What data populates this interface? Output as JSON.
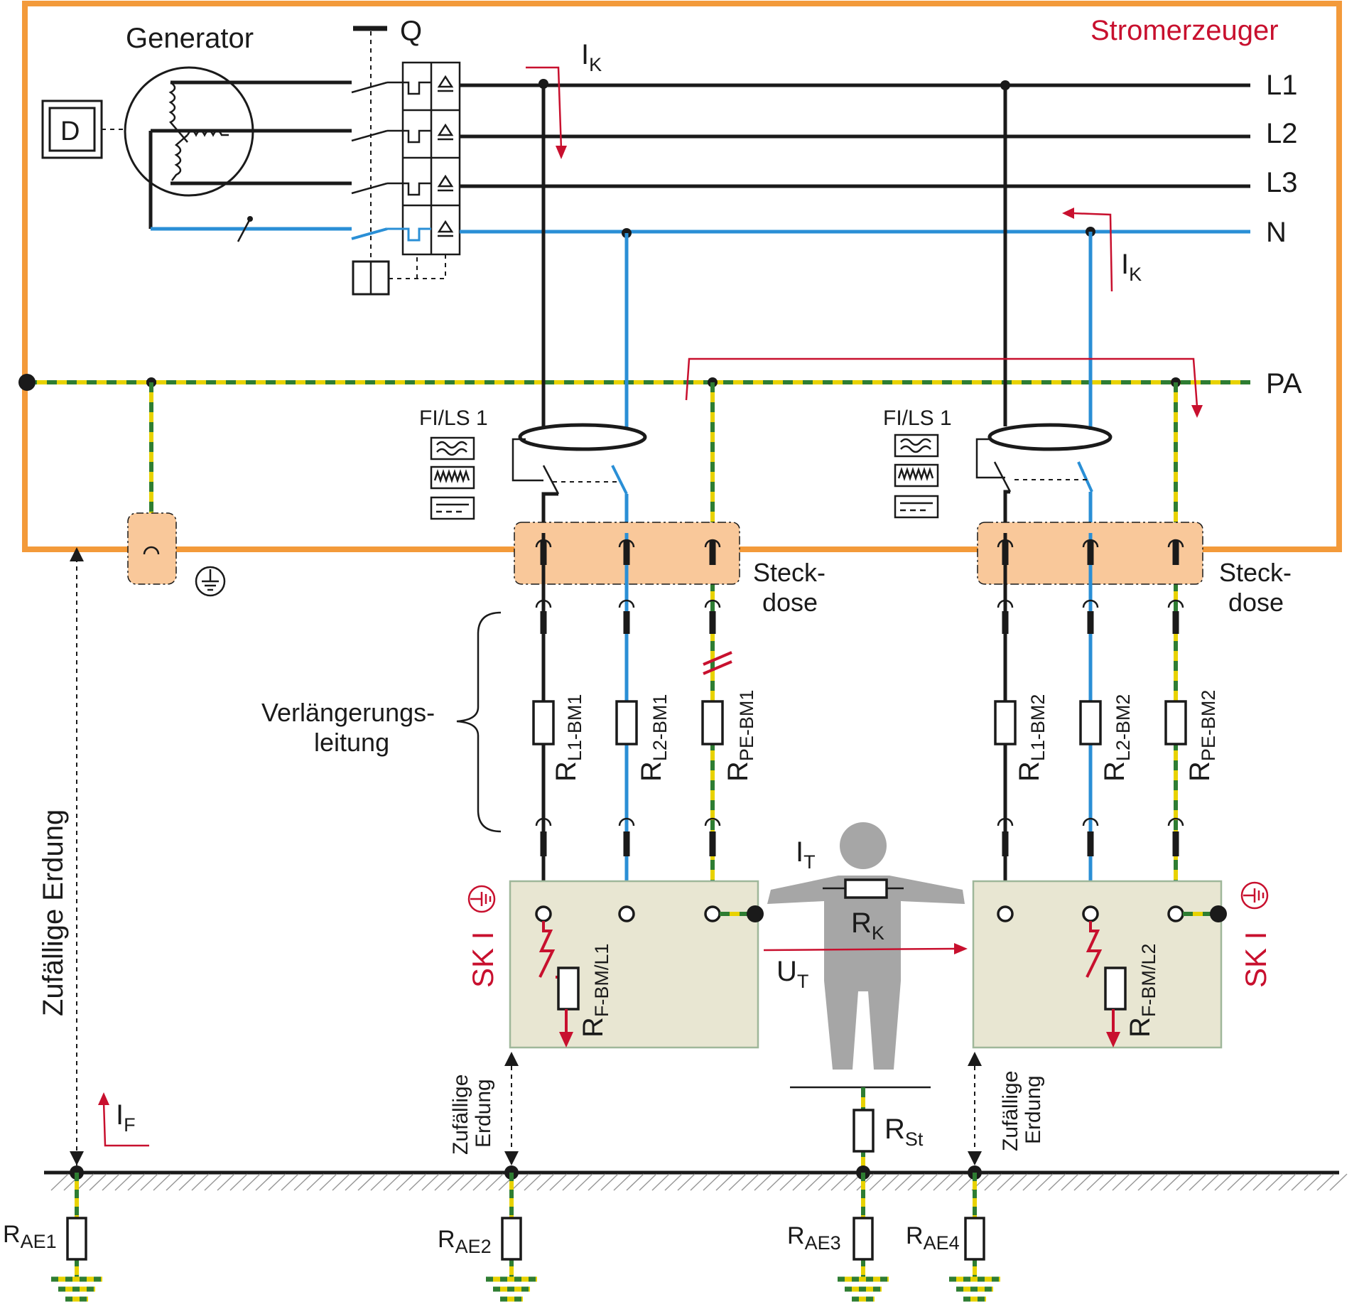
{
  "labels": {
    "generator": "Generator",
    "stromerzeuger": "Stromerzeuger",
    "q": "Q",
    "d": "D",
    "l1": "L1",
    "l2": "L2",
    "l3": "L3",
    "n": "N",
    "pa": "PA",
    "ik": "I",
    "ik_sub": "K",
    "fils_left": "FI/LS 1",
    "fils_right": "FI/LS 1",
    "steckdose_line1": "Steck-",
    "steckdose_line2": "dose",
    "verlaengerung_line1": "Verlängerungs-",
    "verlaengerung_line2": "leitung",
    "zufaellige_erdung": "Zufällige Erdung",
    "zufaellige_l1": "Zufällige",
    "zufaellige_l2": "Erdung",
    "sk1": "SK I",
    "it": "I",
    "it_sub": "T",
    "rk": "R",
    "rk_sub": "K",
    "ut": "U",
    "ut_sub": "T",
    "rst": "R",
    "rst_sub": "St",
    "if": "I",
    "if_sub": "F",
    "r": "R",
    "r_l1_bm1": "L1-BM1",
    "r_l2_bm1": "L2-BM1",
    "r_pe_bm1": "PE-BM1",
    "r_l1_bm2": "L1-BM2",
    "r_l2_bm2": "L2-BM2",
    "r_pe_bm2": "PE-BM2",
    "r_f_bm_l1": "F-BM/L1",
    "r_f_bm_l2": "F-BM/L2",
    "rae1": "AE1",
    "rae2": "AE2",
    "rae3": "AE3",
    "rae4": "AE4"
  },
  "colors": {
    "frame": "#f39a3a",
    "steckdose_fill": "#f9c89a",
    "device_fill": "#e8e6d2",
    "device_stroke": "#9fb79a",
    "person": "#a6a6a6",
    "red": "#c8102e",
    "neutral_blue": "#2a8fd6",
    "pe_yellow": "#e8d200",
    "pe_green": "#2e7d32"
  },
  "icons": [
    "diesel-engine-icon",
    "generator-star-winding-icon",
    "earth-symbol-icon",
    "protective-earth-icon",
    "residual-current-sensor-icon"
  ]
}
